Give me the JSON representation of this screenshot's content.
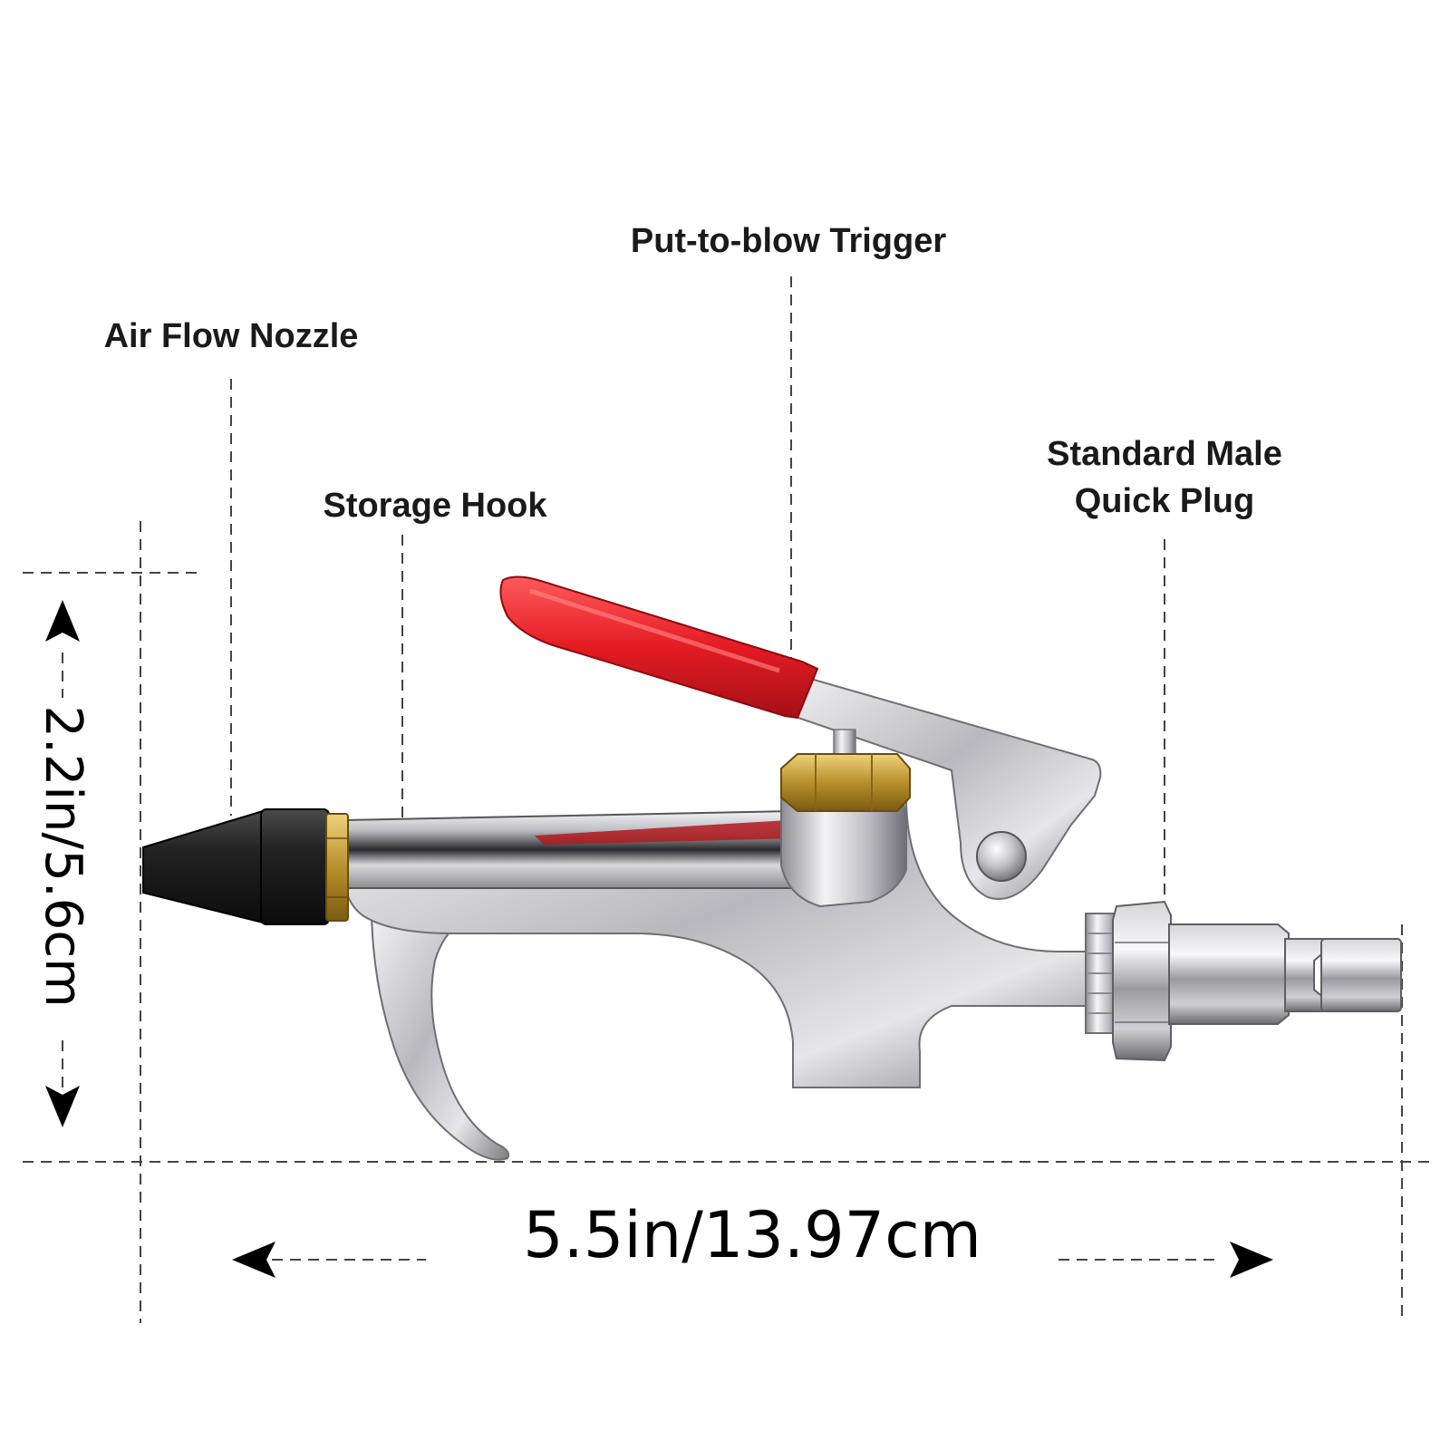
{
  "labels": {
    "air_flow_nozzle": "Air Flow Nozzle",
    "put_to_blow_trigger": "Put-to-blow Trigger",
    "storage_hook": "Storage Hook",
    "quick_plug_line1": "Standard Male",
    "quick_plug_line2": "Quick Plug"
  },
  "dimensions": {
    "height": "2.2in/5.6cm",
    "width": "5.5in/13.97cm"
  },
  "colors": {
    "trigger": "#e41b23",
    "nozzle_rubber": "#1c1c1c",
    "brass": "#c9a13a",
    "chrome": "#c8c8cc",
    "dimension_lines": "#444444"
  }
}
